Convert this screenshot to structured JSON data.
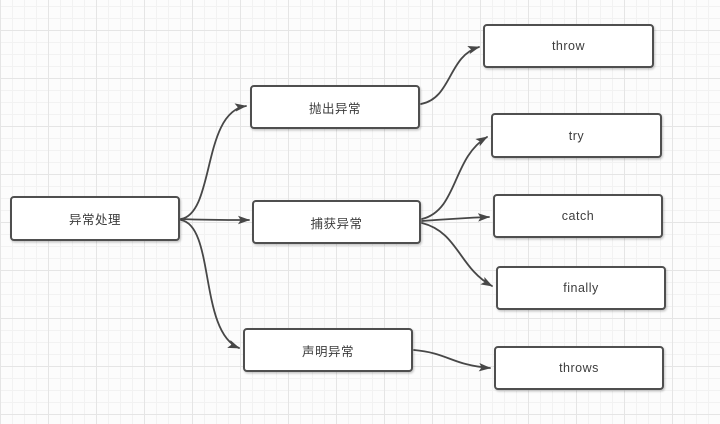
{
  "diagram": {
    "type": "mindmap-flowchart",
    "topic": "Java exception handling",
    "nodes": [
      {
        "id": "exception-handling",
        "label": "异常处理",
        "level": 0
      },
      {
        "id": "throw-exception",
        "label": "抛出异常",
        "level": 1
      },
      {
        "id": "catch-exception",
        "label": "捕获异常",
        "level": 1
      },
      {
        "id": "declare-exception",
        "label": "声明异常",
        "level": 1
      },
      {
        "id": "throw",
        "label": "throw",
        "level": 2
      },
      {
        "id": "try",
        "label": "try",
        "level": 2
      },
      {
        "id": "catch",
        "label": "catch",
        "level": 2
      },
      {
        "id": "finally",
        "label": "finally",
        "level": 2
      },
      {
        "id": "throws",
        "label": "throws",
        "level": 2
      }
    ],
    "edges": [
      {
        "from": "异常处理",
        "to": "抛出异常"
      },
      {
        "from": "异常处理",
        "to": "捕获异常"
      },
      {
        "from": "异常处理",
        "to": "声明异常"
      },
      {
        "from": "抛出异常",
        "to": "throw"
      },
      {
        "from": "捕获异常",
        "to": "try"
      },
      {
        "from": "捕获异常",
        "to": "catch"
      },
      {
        "from": "捕获异常",
        "to": "finally"
      },
      {
        "from": "声明异常",
        "to": "throws"
      }
    ],
    "colors": {
      "background": "#fcfcfc",
      "grid_minor": "#f2f2f2",
      "grid_major": "#e5e5e5",
      "node_fill": "#ffffff",
      "node_border": "#4f4f4f",
      "text": "#3d3d3d",
      "connector": "#474747"
    }
  }
}
